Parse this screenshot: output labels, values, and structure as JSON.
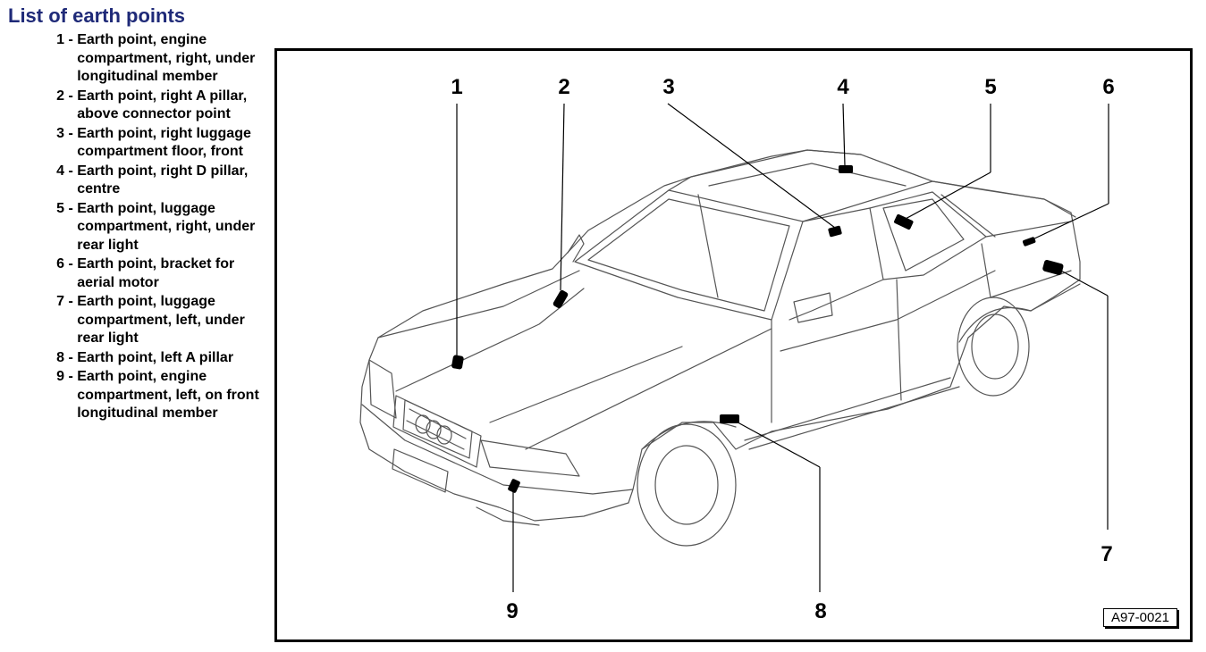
{
  "title": "List of earth points",
  "items": [
    {
      "num": "1",
      "text": "Earth point, engine compartment, right, under longitudinal member"
    },
    {
      "num": "2",
      "text": "Earth point, right A pillar, above connector point"
    },
    {
      "num": "3",
      "text": "Earth point, right luggage compartment floor, front"
    },
    {
      "num": "4",
      "text": "Earth point, right D pillar, centre"
    },
    {
      "num": "5",
      "text": "Earth point, luggage compartment, right, under rear light"
    },
    {
      "num": "6",
      "text": "Earth point, bracket for aerial motor"
    },
    {
      "num": "7",
      "text": "Earth point, luggage compartment, left, under rear light"
    },
    {
      "num": "8",
      "text": "Earth point, left A pillar"
    },
    {
      "num": "9",
      "text": "Earth point, engine compartment, left, on front longitudinal member"
    }
  ],
  "figure": {
    "code": "A97-0021",
    "callouts": [
      "1",
      "2",
      "3",
      "4",
      "5",
      "6",
      "7",
      "8",
      "9"
    ]
  }
}
